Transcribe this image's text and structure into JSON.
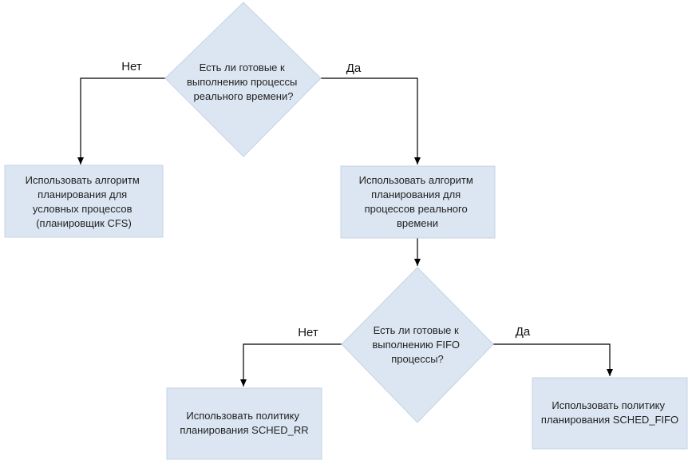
{
  "colors": {
    "shape_fill": "#dce6f2",
    "shape_stroke": "#c4d3e6",
    "line": "#000000"
  },
  "decisions": {
    "realtime": {
      "lines": [
        "Есть ли готовые к",
        "выполнению процессы",
        "реального времени?"
      ],
      "no_label": "Нет",
      "yes_label": "Да"
    },
    "fifo": {
      "lines": [
        "Есть ли готовые к",
        "выполнению FIFO",
        "процессы?"
      ],
      "no_label": "Нет",
      "yes_label": "Да"
    }
  },
  "actions": {
    "cfs": {
      "lines": [
        "Использовать алгоритм",
        "планирования для",
        "условных процессов",
        "(планировщик CFS)"
      ]
    },
    "realtime": {
      "lines": [
        "Использовать алгоритм",
        "планирования для",
        "процессов реального",
        "времени"
      ]
    },
    "rr": {
      "lines": [
        "Использовать политику",
        "планирования SCHED_RR"
      ]
    },
    "fifo": {
      "lines": [
        "Использовать политику",
        "планирования SCHED_FIFO"
      ]
    }
  }
}
